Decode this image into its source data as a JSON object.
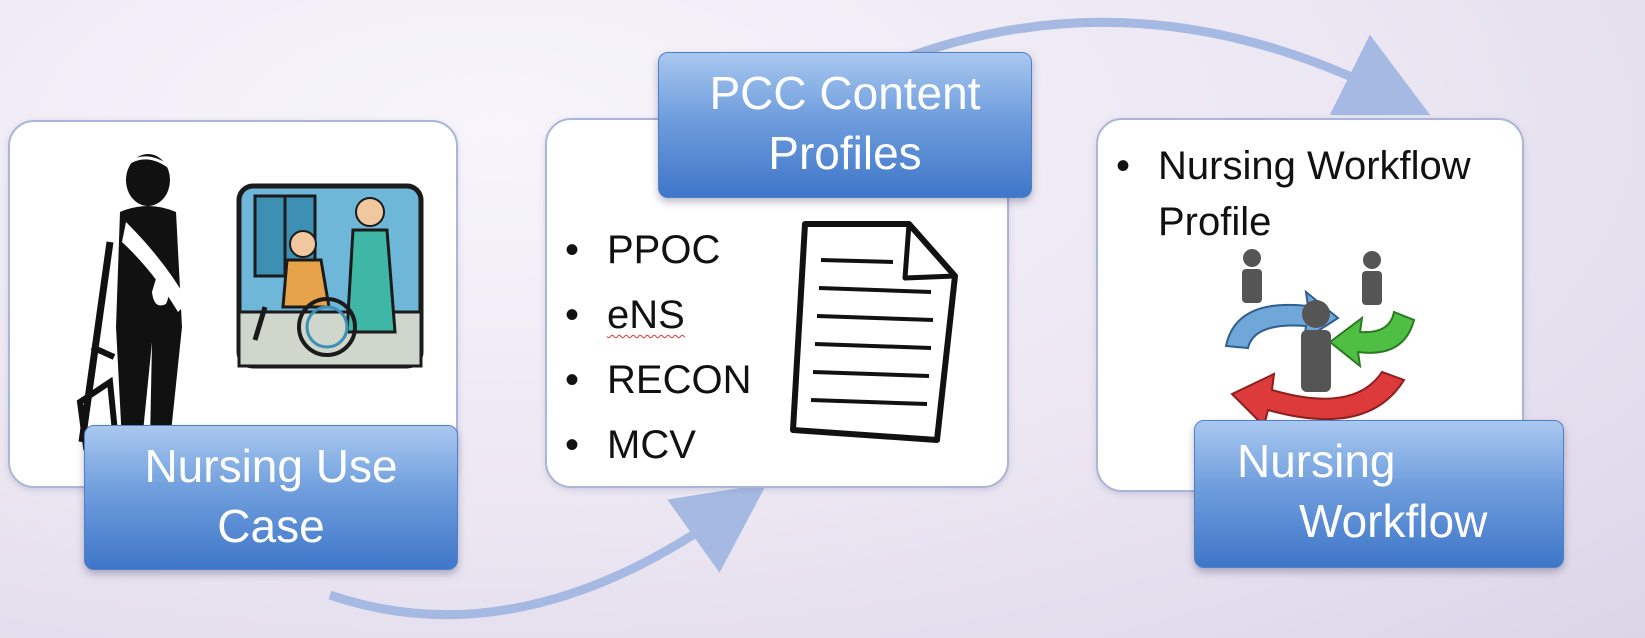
{
  "steps": [
    {
      "title_line1": "Nursing Use",
      "title_line2": "Case"
    },
    {
      "title_line1": "PCC Content",
      "title_line2": "Profiles",
      "items": [
        "PPOC",
        "eNS",
        "RECON",
        "MCV"
      ]
    },
    {
      "title_line1": "Nursing",
      "title_line2": "Workflow",
      "items": [
        "Nursing Workflow Profile"
      ]
    }
  ],
  "icons": [
    "injured-person-crutches-icon",
    "wheelchair-nurse-icon",
    "document-icon",
    "people-exchange-icon"
  ],
  "colors": {
    "label_top": "#a9c8ef",
    "label_bottom": "#3f76c9",
    "arrow": "#a6b9e3"
  }
}
